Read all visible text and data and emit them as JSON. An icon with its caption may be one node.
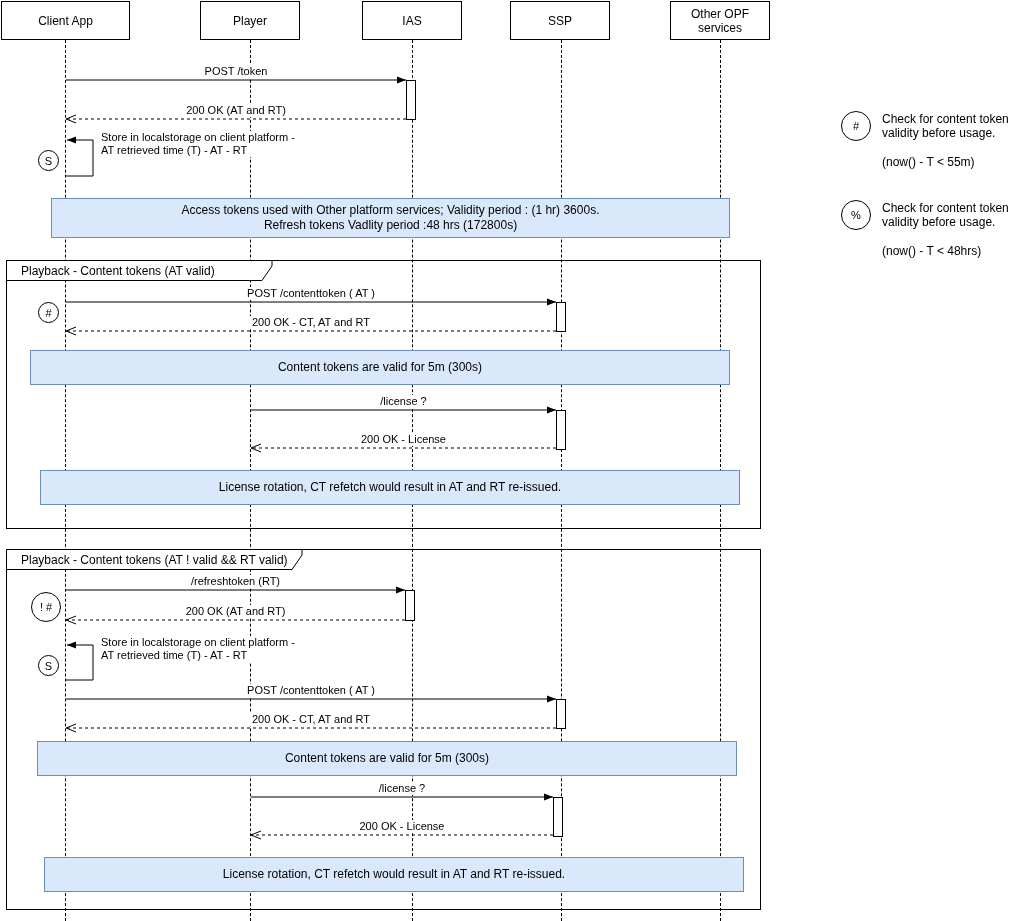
{
  "diagram": {
    "nodes": [
      {
        "text": [
          "Client App"
        ]
      },
      {
        "text": [
          "Player"
        ]
      },
      {
        "text": [
          "IAS"
        ]
      },
      {
        "text": [
          "SSP"
        ]
      },
      {
        "text": [
          "Other OPF services"
        ]
      },
      {
        "text": [],
        "shape": "line"
      },
      {
        "text": [],
        "shape": "line"
      },
      {
        "text": [],
        "shape": "line"
      },
      {
        "text": [],
        "shape": "line"
      },
      {
        "text": [],
        "shape": "line"
      },
      {
        "text": [],
        "shape": "bar"
      },
      {
        "text": [
          "S"
        ]
      },
      {
        "text": [
          "Access tokens used with Other platform services; Validity period : (1 hr) 3600s. Refresh tokens Vadlity period :48 hrs (172800s)"
        ]
      },
      {
        "text": [
          "Playback - Content tokens (AT valid)"
        ]
      },
      {
        "text": [
          "#"
        ],
        "in": 13
      },
      {
        "text": [],
        "shape": "bar",
        "in": 13
      },
      {
        "text": [
          "Content tokens are valid for 5m (300s)"
        ],
        "in": 13
      },
      {
        "text": [],
        "shape": "bar",
        "in": 13
      },
      {
        "text": [
          "License rotation, CT refetch would result in AT and RT re-issued."
        ],
        "in": 13
      },
      {
        "text": [
          "Playback - Content tokens (AT ! valid && RT valid)"
        ]
      },
      {
        "text": [
          "! #"
        ],
        "in": 19
      },
      {
        "text": [],
        "shape": "bar",
        "in": 19
      },
      {
        "text": [
          "S"
        ],
        "in": 19
      },
      {
        "text": [],
        "shape": "bar",
        "in": 19
      },
      {
        "text": [
          "Content tokens are valid for 5m (300s)"
        ],
        "in": 19
      },
      {
        "text": [],
        "shape": "bar",
        "in": 19
      },
      {
        "text": [
          "License rotation, CT refetch would result in AT and RT re-issued."
        ],
        "in": 19
      },
      {
        "text": [
          "#"
        ],
        "beside": [
          "Check for content token validity before usage.",
          "(now() - T < 55m)"
        ]
      },
      {
        "text": [
          "%"
        ],
        "beside": [
          "Check for content token validity before usage.",
          "(now() - T < 48hrs)"
        ]
      }
    ],
    "edges": [
      {
        "from": 5,
        "to": 10,
        "arrow": "to",
        "label": "POST /token"
      },
      {
        "from": 10,
        "to": 5,
        "arrow": "to",
        "label": "200 OK (AT and RT)",
        "style": "dashed"
      },
      {
        "from": 5,
        "to": 5,
        "arrow": "to",
        "label": "Store in localstorage on client platform - AT retrieved time (T) - AT - RT"
      },
      {
        "from": 5,
        "to": 15,
        "arrow": "to",
        "label": "POST /contenttoken ( AT )"
      },
      {
        "from": 15,
        "to": 5,
        "arrow": "to",
        "label": "200 OK - CT, AT and RT",
        "style": "dashed"
      },
      {
        "from": 6,
        "to": 17,
        "arrow": "to",
        "label": "/license ?"
      },
      {
        "from": 17,
        "to": 6,
        "arrow": "to",
        "label": "200 OK - License",
        "style": "dashed"
      },
      {
        "from": 5,
        "to": 21,
        "arrow": "to",
        "label": "/refreshtoken (RT)"
      },
      {
        "from": 21,
        "to": 5,
        "arrow": "to",
        "label": "200 OK (AT and RT)",
        "style": "dashed"
      },
      {
        "from": 5,
        "to": 5,
        "arrow": "to",
        "label": "Store in localstorage on client platform - AT retrieved time (T) - AT - RT"
      },
      {
        "from": 5,
        "to": 23,
        "arrow": "to",
        "label": "POST /contenttoken ( AT )"
      },
      {
        "from": 23,
        "to": 5,
        "arrow": "to",
        "label": "200 OK - CT, AT and RT",
        "style": "dashed"
      },
      {
        "from": 6,
        "to": 25,
        "arrow": "to",
        "label": "/license ?"
      },
      {
        "from": 25,
        "to": 6,
        "arrow": "to",
        "label": "200 OK - License",
        "style": "dashed"
      }
    ]
  }
}
